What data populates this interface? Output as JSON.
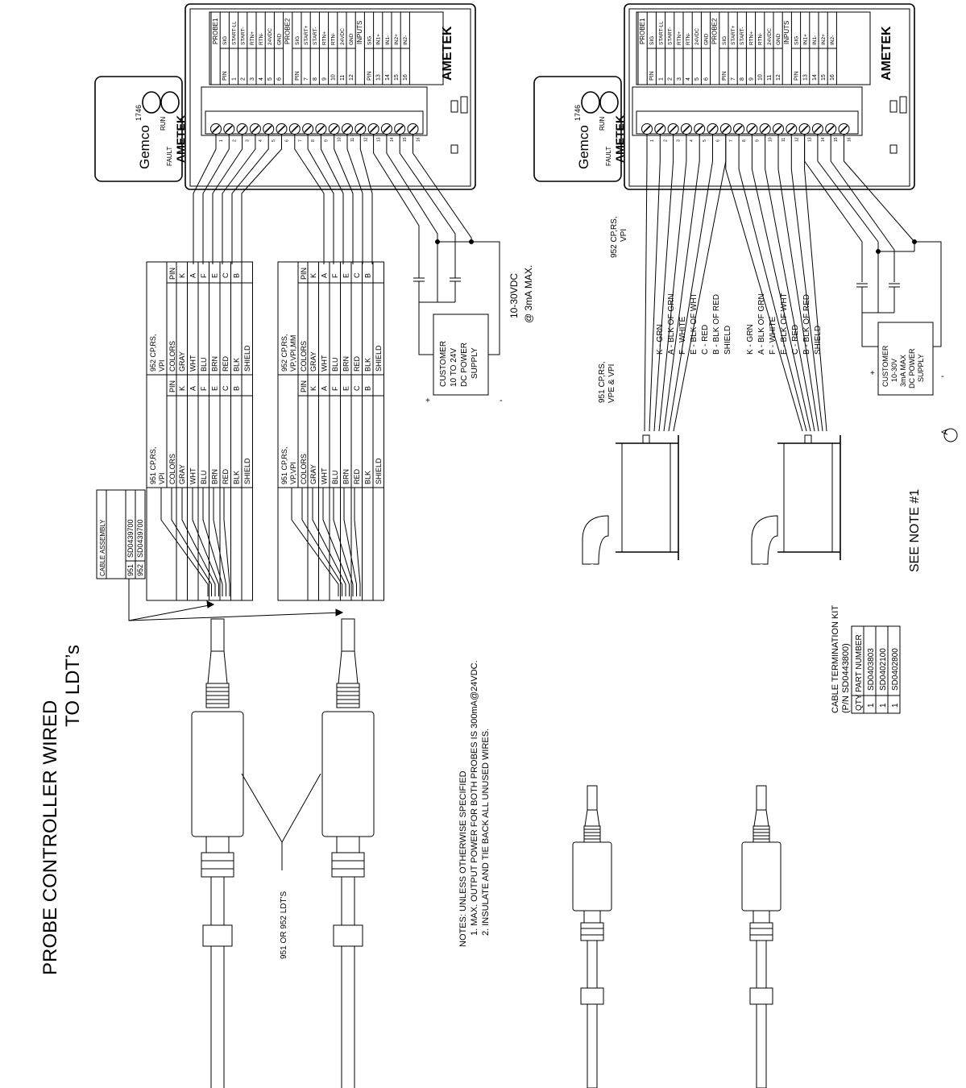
{
  "title_lines": [
    "PROBE CONTROLLER WIRED",
    "TO LDT’s"
  ],
  "module": {
    "brand": "Gemco",
    "model": "1746",
    "run": "RUN",
    "fault": "FAULT",
    "display_digit": "8",
    "logo": "AMETEK",
    "pinout": {
      "probe1": "PROBE1",
      "probe2": "PROBE2",
      "inputs": "INPUTS",
      "pin": "PIN",
      "sig": "SIG",
      "rows": [
        {
          "pin": "1",
          "sig": "START-LL"
        },
        {
          "pin": "2",
          "sig": "START-"
        },
        {
          "pin": "3",
          "sig": "RTN+"
        },
        {
          "pin": "4",
          "sig": "RTN-"
        },
        {
          "pin": "5",
          "sig": "24VDC"
        },
        {
          "pin": "6",
          "sig": "GND"
        },
        {
          "pin": "7",
          "sig": "START+"
        },
        {
          "pin": "8",
          "sig": "START-"
        },
        {
          "pin": "9",
          "sig": "RTN+"
        },
        {
          "pin": "10",
          "sig": "RTN-"
        },
        {
          "pin": "11",
          "sig": "24VDC"
        },
        {
          "pin": "12",
          "sig": "GND"
        },
        {
          "pin": "13",
          "sig": "IN1+"
        },
        {
          "pin": "14",
          "sig": "IN1-"
        },
        {
          "pin": "15",
          "sig": "IN2+"
        },
        {
          "pin": "16",
          "sig": "IN2-"
        }
      ]
    }
  },
  "left": {
    "cable_assembly": {
      "header": "CABLE ASSEMBLY",
      "rows": [
        {
          "model": "951",
          "part": "SD0439700"
        },
        {
          "model": "952",
          "part": "SD0439700"
        }
      ]
    },
    "table_a": {
      "h951": "951 CP,RS, VPI",
      "h952": "952 CP,RS, VPI",
      "cols": [
        "COLORS",
        "PIN",
        "COLORS",
        "PIN"
      ],
      "rows": [
        [
          "GRAY",
          "K",
          "GRAY",
          "K"
        ],
        [
          "WHT",
          "A",
          "WHT",
          "A"
        ],
        [
          "BLU",
          "F",
          "BLU",
          "F"
        ],
        [
          "BRN",
          "E",
          "BRN",
          "E"
        ],
        [
          "RED",
          "C",
          "RED",
          "C"
        ],
        [
          "BLK",
          "B",
          "BLK",
          "B"
        ],
        [
          "SHIELD",
          "",
          "SHIELD",
          ""
        ]
      ]
    },
    "table_b": {
      "h951": "951 CP,RS, VP,VPI",
      "h952": "952 CP,RS, VP,VPI,MM",
      "cols": [
        "COLORS",
        "PIN",
        "COLORS",
        "PIN"
      ],
      "rows": [
        [
          "GRAY",
          "K",
          "GRAY",
          "K"
        ],
        [
          "WHT",
          "A",
          "WHT",
          "A"
        ],
        [
          "BLU",
          "F",
          "BLU",
          "F"
        ],
        [
          "BRN",
          "E",
          "BRN",
          "E"
        ],
        [
          "RED",
          "C",
          "RED",
          "C"
        ],
        [
          "BLK",
          "B",
          "BLK",
          "B"
        ],
        [
          "SHIELD",
          "",
          "SHIELD",
          ""
        ]
      ]
    },
    "supply": [
      "CUSTOMER",
      "10 TO 24V",
      "DC POWER",
      "SUPPLY"
    ],
    "plus": "+",
    "minus": "-",
    "vdc": "10-30VDC",
    "ma": "@ 3mA MAX.",
    "ldt_label": "951 OR 952 LDT'S",
    "notes": [
      "NOTES: UNLESS OTHERWISE SPECIFIED",
      "1. MAX. OUTPUT POWER FOR BOTH PROBES IS 300mA@24VDC.",
      "2. INSULATE AND TIE BACK ALL UNUSED WIRES."
    ]
  },
  "right": {
    "label_952": [
      "952 CP,RS,",
      "VPI"
    ],
    "label_951": [
      "951 CP,RS,",
      "VPE & VPI"
    ],
    "wires_a": [
      "K - GRN",
      "A - BLK OF GRN",
      "F - WHITE",
      "E - BLK OF WHT",
      "C - RED",
      "B - BLK OF RED",
      "SHIELD"
    ],
    "wires_b": [
      "K - GRN",
      "A - BLK OF GRN",
      "F - WHITE",
      "E - BLK OF WHT",
      "C - RED",
      "B - BLK OF RED",
      "SHIELD"
    ],
    "supply": [
      "CUSTOMER",
      "10-30V",
      "3mA MAX",
      "DC POWER",
      "SUPPLY"
    ],
    "plus": "+",
    "minus": "-",
    "see_note": "SEE NOTE #1",
    "rev": "A",
    "kit_title": [
      "CABLE TERMINATION KIT",
      "(P/N SD0443800)"
    ],
    "kit_cols": [
      "QTY",
      "PART NUMBER"
    ],
    "kit_rows": [
      {
        "qty": "1",
        "part": "SD0403803"
      },
      {
        "qty": "1",
        "part": "SD0402100"
      },
      {
        "qty": "1",
        "part": "SD0402800"
      }
    ]
  }
}
